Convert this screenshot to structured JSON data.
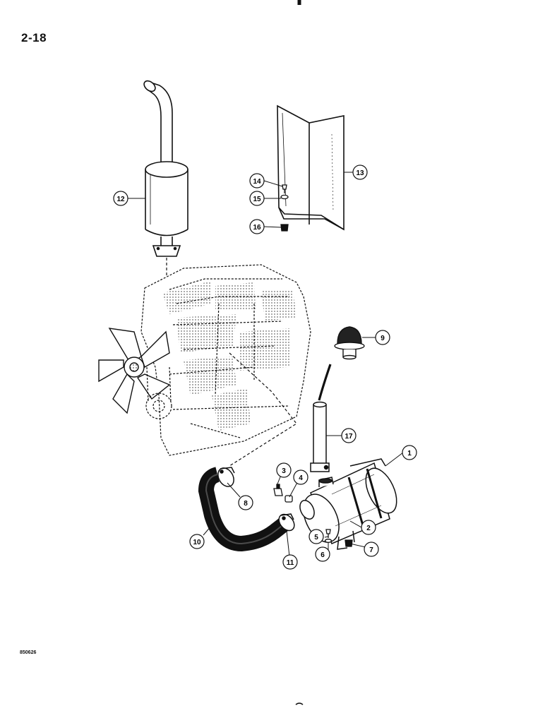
{
  "page": {
    "number": "2-18",
    "figure_code": "850626"
  },
  "callouts": [
    "1",
    "2",
    "3",
    "4",
    "5",
    "6",
    "7",
    "8",
    "9",
    "10",
    "11",
    "12",
    "13",
    "14",
    "15",
    "16",
    "17"
  ],
  "colors": {
    "ink": "#111111",
    "paper": "#ffffff"
  }
}
